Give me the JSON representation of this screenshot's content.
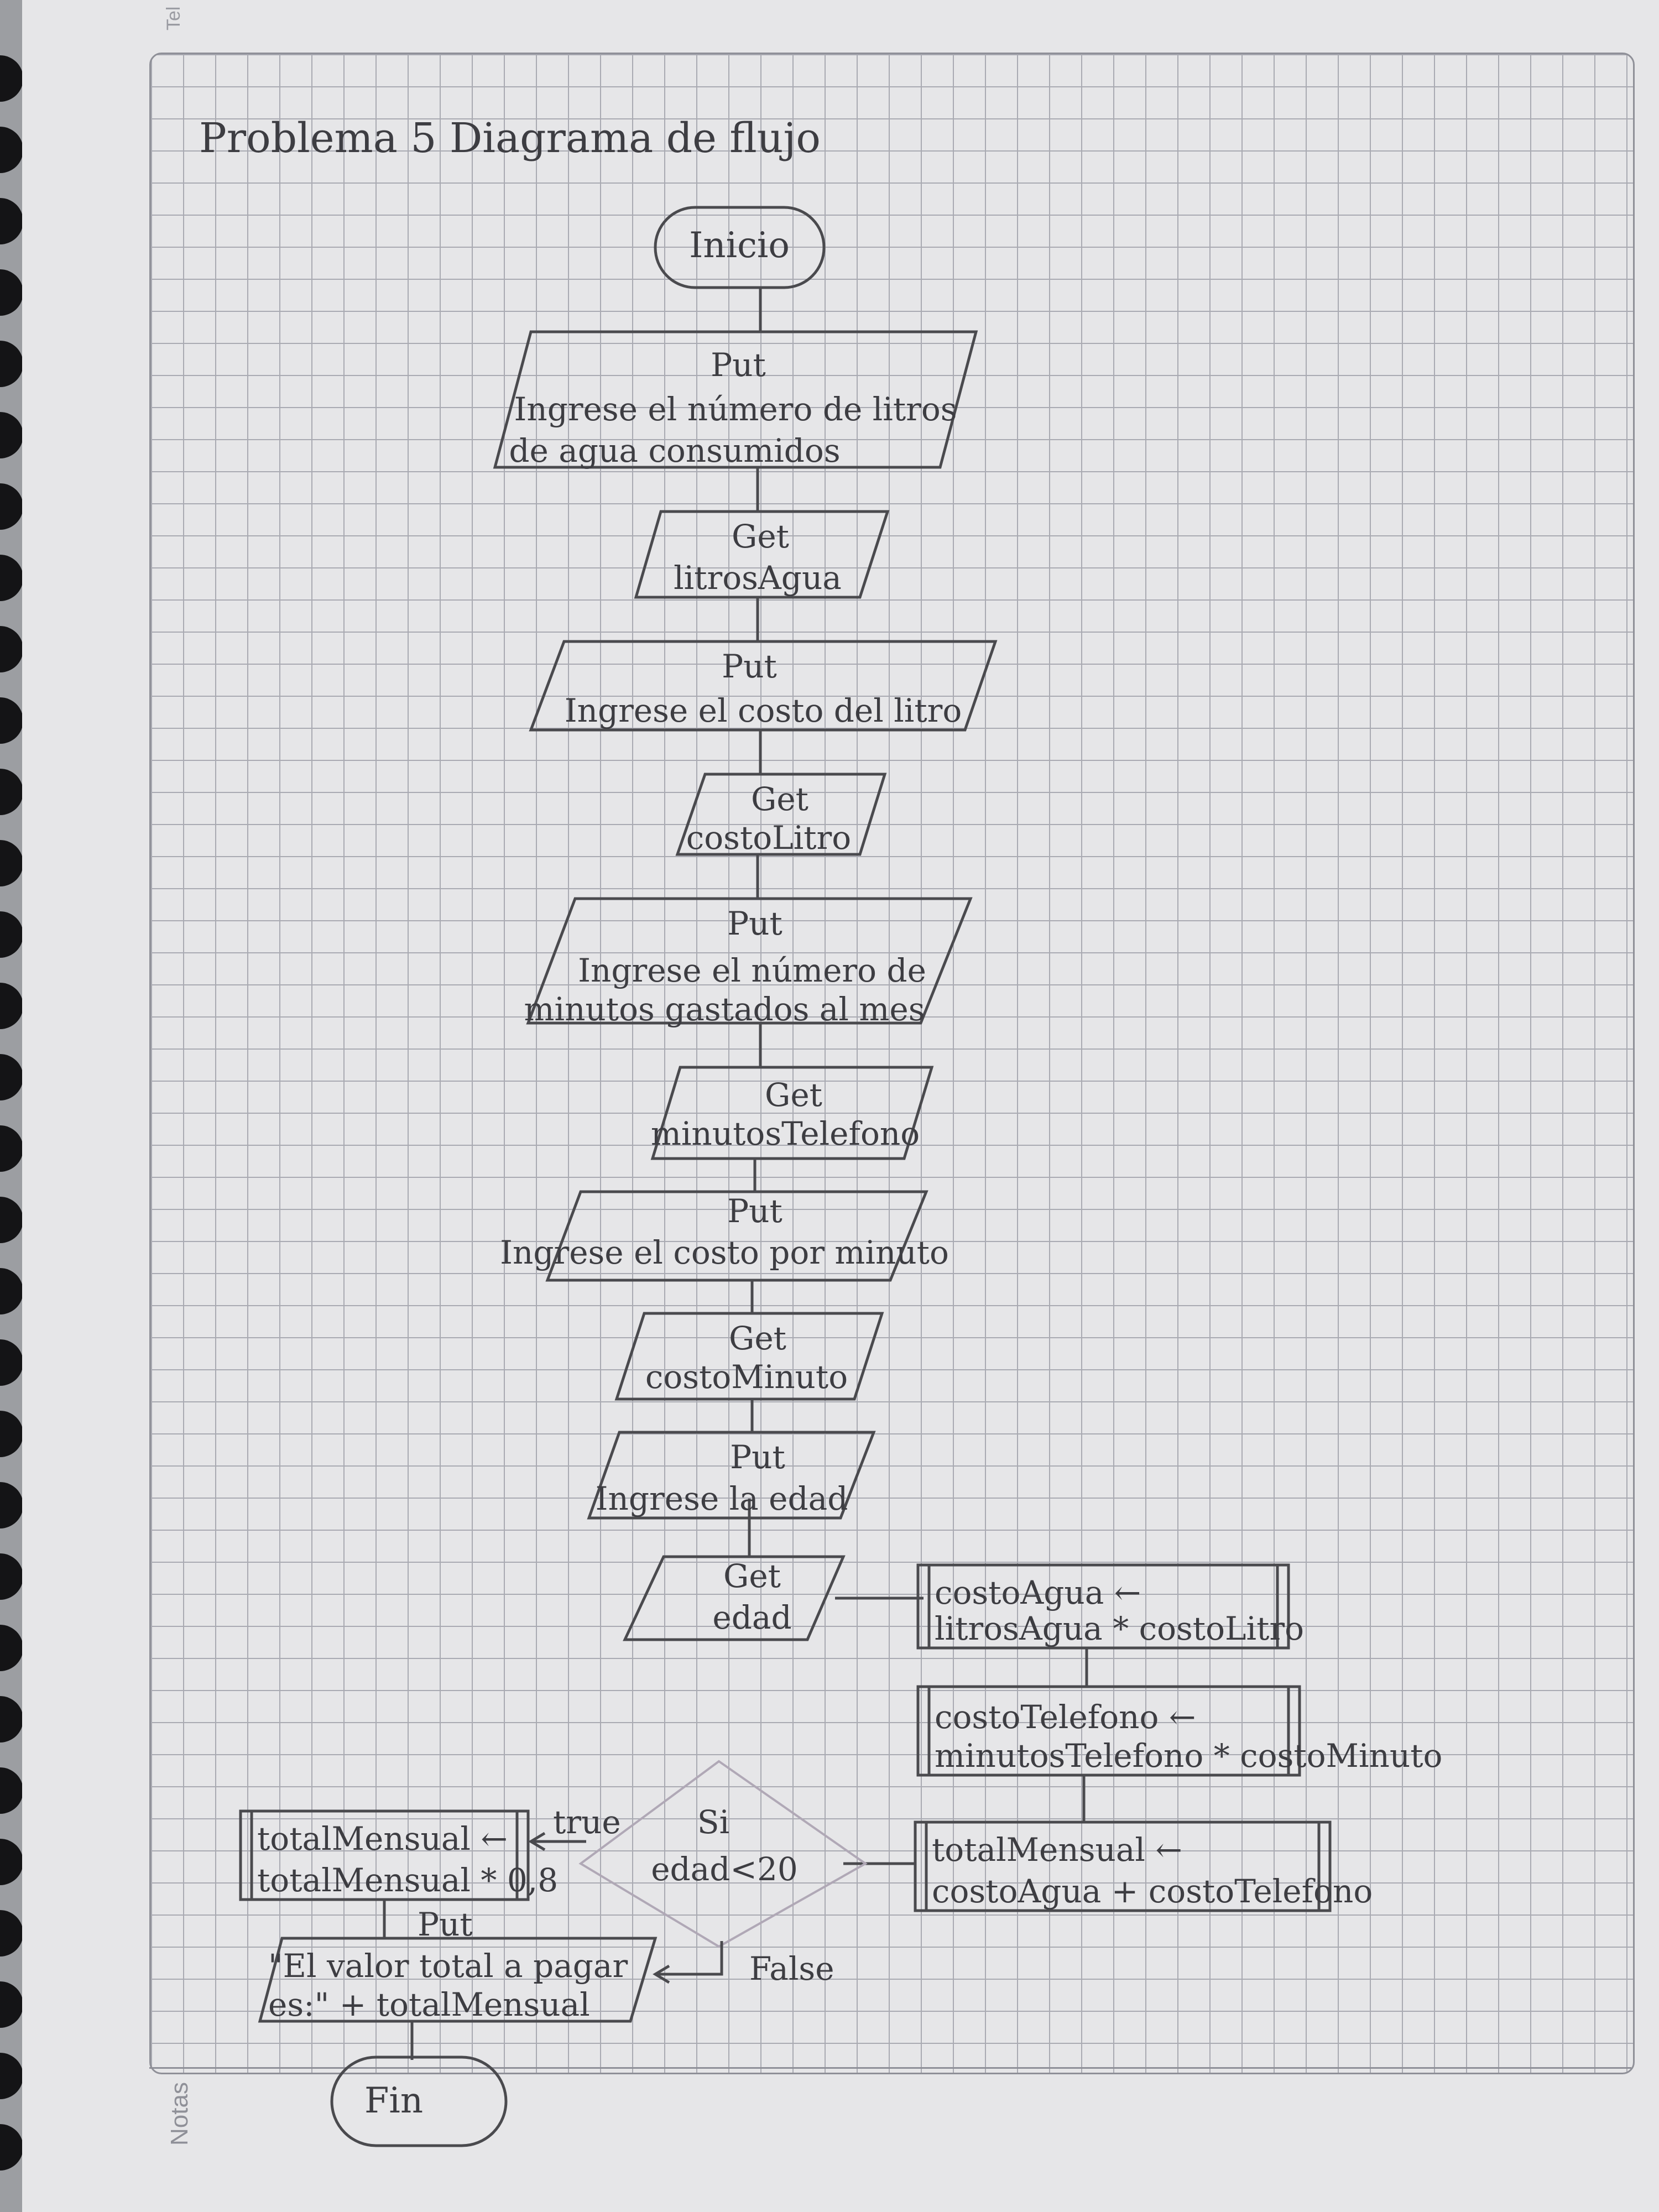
{
  "title": "Problema 5 Diagrama de flujo",
  "notes_label": "Notas",
  "tab_label": "Tel",
  "nodes": {
    "start": "Inicio",
    "put_litros": {
      "keyword": "Put",
      "line1": "Ingrese el número de litros",
      "line2": "de agua consumidos"
    },
    "get_litros": {
      "keyword": "Get",
      "line1": "litrosAgua"
    },
    "put_costo_litro": {
      "keyword": "Put",
      "line1": "Ingrese el costo del litro"
    },
    "get_costo_litro": {
      "keyword": "Get",
      "line1": "costoLitro"
    },
    "put_minutos": {
      "keyword": "Put",
      "line1": "Ingrese el número de",
      "line2": "minutos gastados al mes"
    },
    "get_minutos": {
      "keyword": "Get",
      "line1": "minutosTelefono"
    },
    "put_costo_minuto": {
      "keyword": "Put",
      "line1": "Ingrese el costo por minuto"
    },
    "get_costo_minuto": {
      "keyword": "Get",
      "line1": "costoMinuto"
    },
    "put_edad": {
      "keyword": "Put",
      "line1": "Ingrese la edad"
    },
    "get_edad": {
      "keyword": "Get",
      "line1": "edad"
    },
    "proc_costo_agua": {
      "line1": "costoAgua ←",
      "line2": "litrosAgua * costoLitro"
    },
    "proc_costo_tel": {
      "line1": "costoTelefono ←",
      "line2": "minutosTelefono * costoMinuto"
    },
    "proc_total": {
      "line1": "totalMensual ←",
      "line2": "costoAgua + costoTelefono"
    },
    "decision": {
      "keyword": "Si",
      "line1": "edad<20"
    },
    "proc_descuento": {
      "line1": "totalMensual ←",
      "line2": "totalMensual * 0,8"
    },
    "put_resultado": {
      "keyword": "Put",
      "line1": "\"El valor total a pagar",
      "line2": "es:\" + totalMensual"
    },
    "end": "Fin"
  },
  "edges": {
    "true_label": "true",
    "false_label": "False"
  }
}
